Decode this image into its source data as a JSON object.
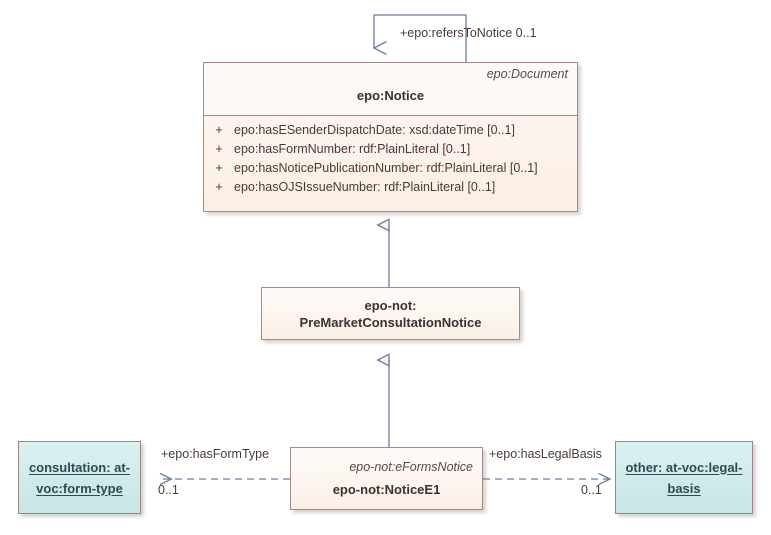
{
  "diagram": {
    "title": "epo Notice UML class diagram",
    "colors": {
      "class_fill": "#fdf6f0",
      "class_border": "#a18a8a",
      "instance_fill": "#cfeae8",
      "instance_border": "#9a8686",
      "connector": "#6b7ba0",
      "text": "#4a3b34"
    }
  },
  "nodes": {
    "notice": {
      "stereotype": "epo:Document",
      "name": "epo:Notice",
      "attributes": [
        {
          "visibility": "+",
          "signature": "epo:hasESenderDispatchDate: xsd:dateTime [0..1]"
        },
        {
          "visibility": "+",
          "signature": "epo:hasFormNumber: rdf:PlainLiteral [0..1]"
        },
        {
          "visibility": "+",
          "signature": "epo:hasNoticePublicationNumber: rdf:PlainLiteral [0..1]"
        },
        {
          "visibility": "+",
          "signature": "epo:hasOJSIssueNumber: rdf:PlainLiteral [0..1]"
        }
      ]
    },
    "premarket": {
      "name": "epo-not:\nPreMarketConsultationNotice"
    },
    "noticee1": {
      "stereotype": "epo-not:eFormsNotice",
      "name": "epo-not:NoticeE1"
    },
    "consultation": {
      "name": "consultation: at-\nvoc:form-type"
    },
    "other": {
      "name": "other: at-voc:legal-\nbasis"
    }
  },
  "edges": {
    "refers_to_notice": {
      "label": "+epo:refersToNotice 0..1",
      "kind": "association-self-loop"
    },
    "has_form_type": {
      "label": "+epo:hasFormType",
      "multiplicity": "0..1",
      "kind": "dependency"
    },
    "has_legal_basis": {
      "label": "+epo:hasLegalBasis",
      "multiplicity": "0..1",
      "kind": "dependency"
    },
    "gen_notice": {
      "kind": "generalization"
    },
    "gen_premarket": {
      "kind": "generalization"
    }
  }
}
